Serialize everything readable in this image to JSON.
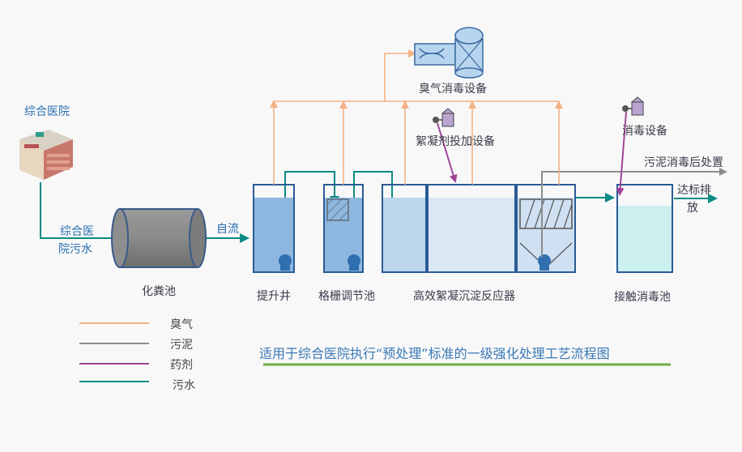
{
  "labels": {
    "hospital": "综合医院",
    "hospital_sewage_1": "综合医",
    "hospital_sewage_2": "院污水",
    "septic_tank": "化粪池",
    "gravity_flow": "自流",
    "lift_well": "提升井",
    "grille_tank": "格栅调节池",
    "reactor": "高效絮凝沉淀反应器",
    "contact_tank": "接触消毒池",
    "odor_equipment": "臭气消毒设备",
    "flocculant_equipment": "絮凝剂投加设备",
    "disinfection_equipment": "消毒设备",
    "sludge_post": "污泥消毒后处置",
    "discharge_1": "达标排",
    "discharge_2": "放"
  },
  "legend": [
    {
      "label": "臭气",
      "color": "#f4b183"
    },
    {
      "label": "污泥",
      "color": "#8c8c8c"
    },
    {
      "label": "药剂",
      "color": "#a0449a"
    },
    {
      "label": "污水",
      "color": "#0e8a85"
    }
  ],
  "caption": "适用于综合医院执行“预处理”标准的一级强化处理工艺流程图",
  "colors": {
    "odor": "#f4b183",
    "sludge": "#8c8c8c",
    "chemical": "#a0449a",
    "sewage": "#0e8a85",
    "caption_underline": "#70ad47"
  }
}
